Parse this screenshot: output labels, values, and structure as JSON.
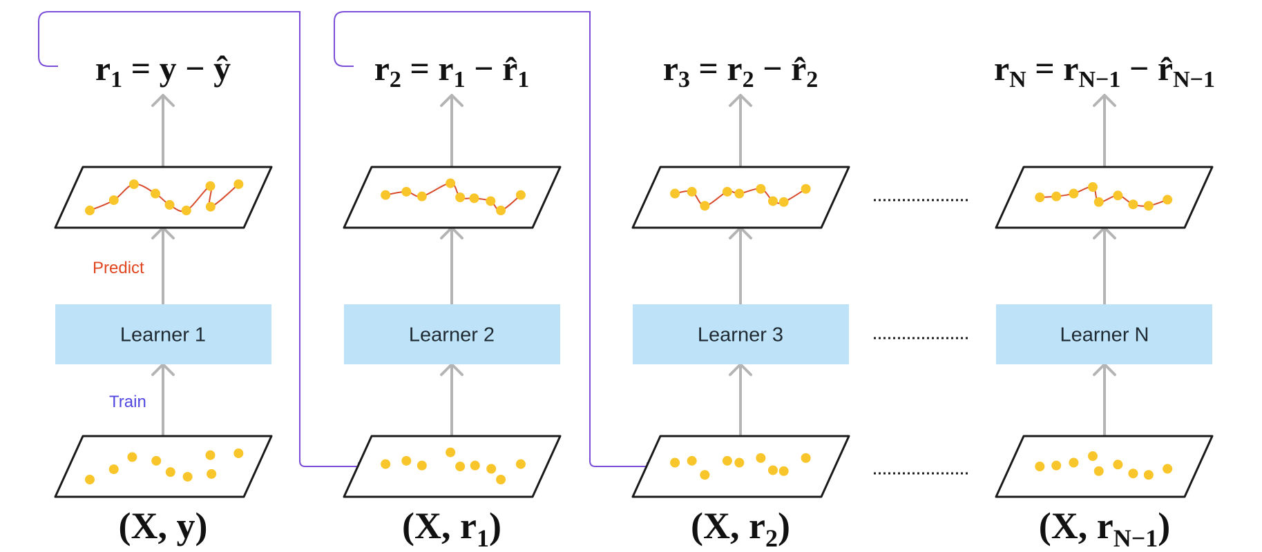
{
  "labels": {
    "predict": "Predict",
    "train": "Train",
    "predict_color": "#e0451f",
    "train_color": "#5046e0",
    "feedback_color": "#7a4dd8",
    "learner_fill": "#bee3f8",
    "point_color": "#f8c62a",
    "fit_color": "#d84a2a"
  },
  "columns": [
    {
      "learner": "Learner 1",
      "output": {
        "lhs": "r",
        "lhs_sub": "1",
        "rhs1": "y",
        "rhs1_sub": "",
        "rhs2": "ŷ",
        "rhs2_sub": ""
      },
      "input": {
        "a": "X",
        "b": "y",
        "b_sub": ""
      },
      "train_points": [
        [
          0.08,
          0.78
        ],
        [
          0.2,
          0.56
        ],
        [
          0.28,
          0.3
        ],
        [
          0.44,
          0.38
        ],
        [
          0.56,
          0.62
        ],
        [
          0.68,
          0.72
        ],
        [
          0.82,
          0.66
        ],
        [
          0.93,
          0.22
        ],
        [
          0.76,
          0.26
        ]
      ],
      "fit_points": [
        [
          0.08,
          0.78
        ],
        [
          0.2,
          0.56
        ],
        [
          0.28,
          0.22
        ],
        [
          0.44,
          0.42
        ],
        [
          0.56,
          0.66
        ],
        [
          0.68,
          0.78
        ],
        [
          0.76,
          0.26
        ],
        [
          0.82,
          0.7
        ],
        [
          0.93,
          0.22
        ]
      ]
    },
    {
      "learner": "Learner 2",
      "output": {
        "lhs": "r",
        "lhs_sub": "2",
        "rhs1": "r",
        "rhs1_sub": "1",
        "rhs2": "r̂",
        "rhs2_sub": "1"
      },
      "input": {
        "a": "X",
        "b": "r",
        "b_sub": "1"
      },
      "train_points": [
        [
          0.08,
          0.45
        ],
        [
          0.2,
          0.38
        ],
        [
          0.31,
          0.48
        ],
        [
          0.45,
          0.2
        ],
        [
          0.55,
          0.5
        ],
        [
          0.64,
          0.48
        ],
        [
          0.75,
          0.55
        ],
        [
          0.84,
          0.78
        ],
        [
          0.92,
          0.45
        ]
      ],
      "fit_points": [
        [
          0.08,
          0.45
        ],
        [
          0.2,
          0.38
        ],
        [
          0.31,
          0.48
        ],
        [
          0.45,
          0.2
        ],
        [
          0.55,
          0.5
        ],
        [
          0.64,
          0.52
        ],
        [
          0.75,
          0.58
        ],
        [
          0.84,
          0.78
        ],
        [
          0.92,
          0.45
        ]
      ]
    },
    {
      "learner": "Learner 3",
      "output": {
        "lhs": "r",
        "lhs_sub": "3",
        "rhs1": "r",
        "rhs1_sub": "2",
        "rhs2": "r̂",
        "rhs2_sub": "2"
      },
      "input": {
        "a": "X",
        "b": "r",
        "b_sub": "2"
      },
      "train_points": [
        [
          0.08,
          0.42
        ],
        [
          0.18,
          0.38
        ],
        [
          0.3,
          0.68
        ],
        [
          0.4,
          0.38
        ],
        [
          0.48,
          0.42
        ],
        [
          0.6,
          0.32
        ],
        [
          0.71,
          0.58
        ],
        [
          0.78,
          0.6
        ],
        [
          0.88,
          0.32
        ]
      ],
      "fit_points": [
        [
          0.08,
          0.42
        ],
        [
          0.18,
          0.38
        ],
        [
          0.3,
          0.68
        ],
        [
          0.4,
          0.38
        ],
        [
          0.48,
          0.42
        ],
        [
          0.6,
          0.32
        ],
        [
          0.71,
          0.58
        ],
        [
          0.78,
          0.6
        ],
        [
          0.88,
          0.32
        ]
      ]
    },
    {
      "learner": "Learner N",
      "output": {
        "lhs": "r",
        "lhs_sub": "N",
        "rhs1": "r",
        "rhs1_sub": "N−1",
        "rhs2": "r̂",
        "rhs2_sub": "N−1"
      },
      "input": {
        "a": "X",
        "b": "r",
        "b_sub": "N−1"
      },
      "train_points": [
        [
          0.1,
          0.5
        ],
        [
          0.2,
          0.48
        ],
        [
          0.3,
          0.42
        ],
        [
          0.4,
          0.28
        ],
        [
          0.48,
          0.6
        ],
        [
          0.58,
          0.46
        ],
        [
          0.7,
          0.65
        ],
        [
          0.8,
          0.68
        ],
        [
          0.9,
          0.55
        ]
      ],
      "fit_points": [
        [
          0.1,
          0.5
        ],
        [
          0.2,
          0.48
        ],
        [
          0.3,
          0.42
        ],
        [
          0.4,
          0.28
        ],
        [
          0.48,
          0.6
        ],
        [
          0.58,
          0.46
        ],
        [
          0.7,
          0.65
        ],
        [
          0.8,
          0.68
        ],
        [
          0.9,
          0.55
        ]
      ]
    }
  ]
}
